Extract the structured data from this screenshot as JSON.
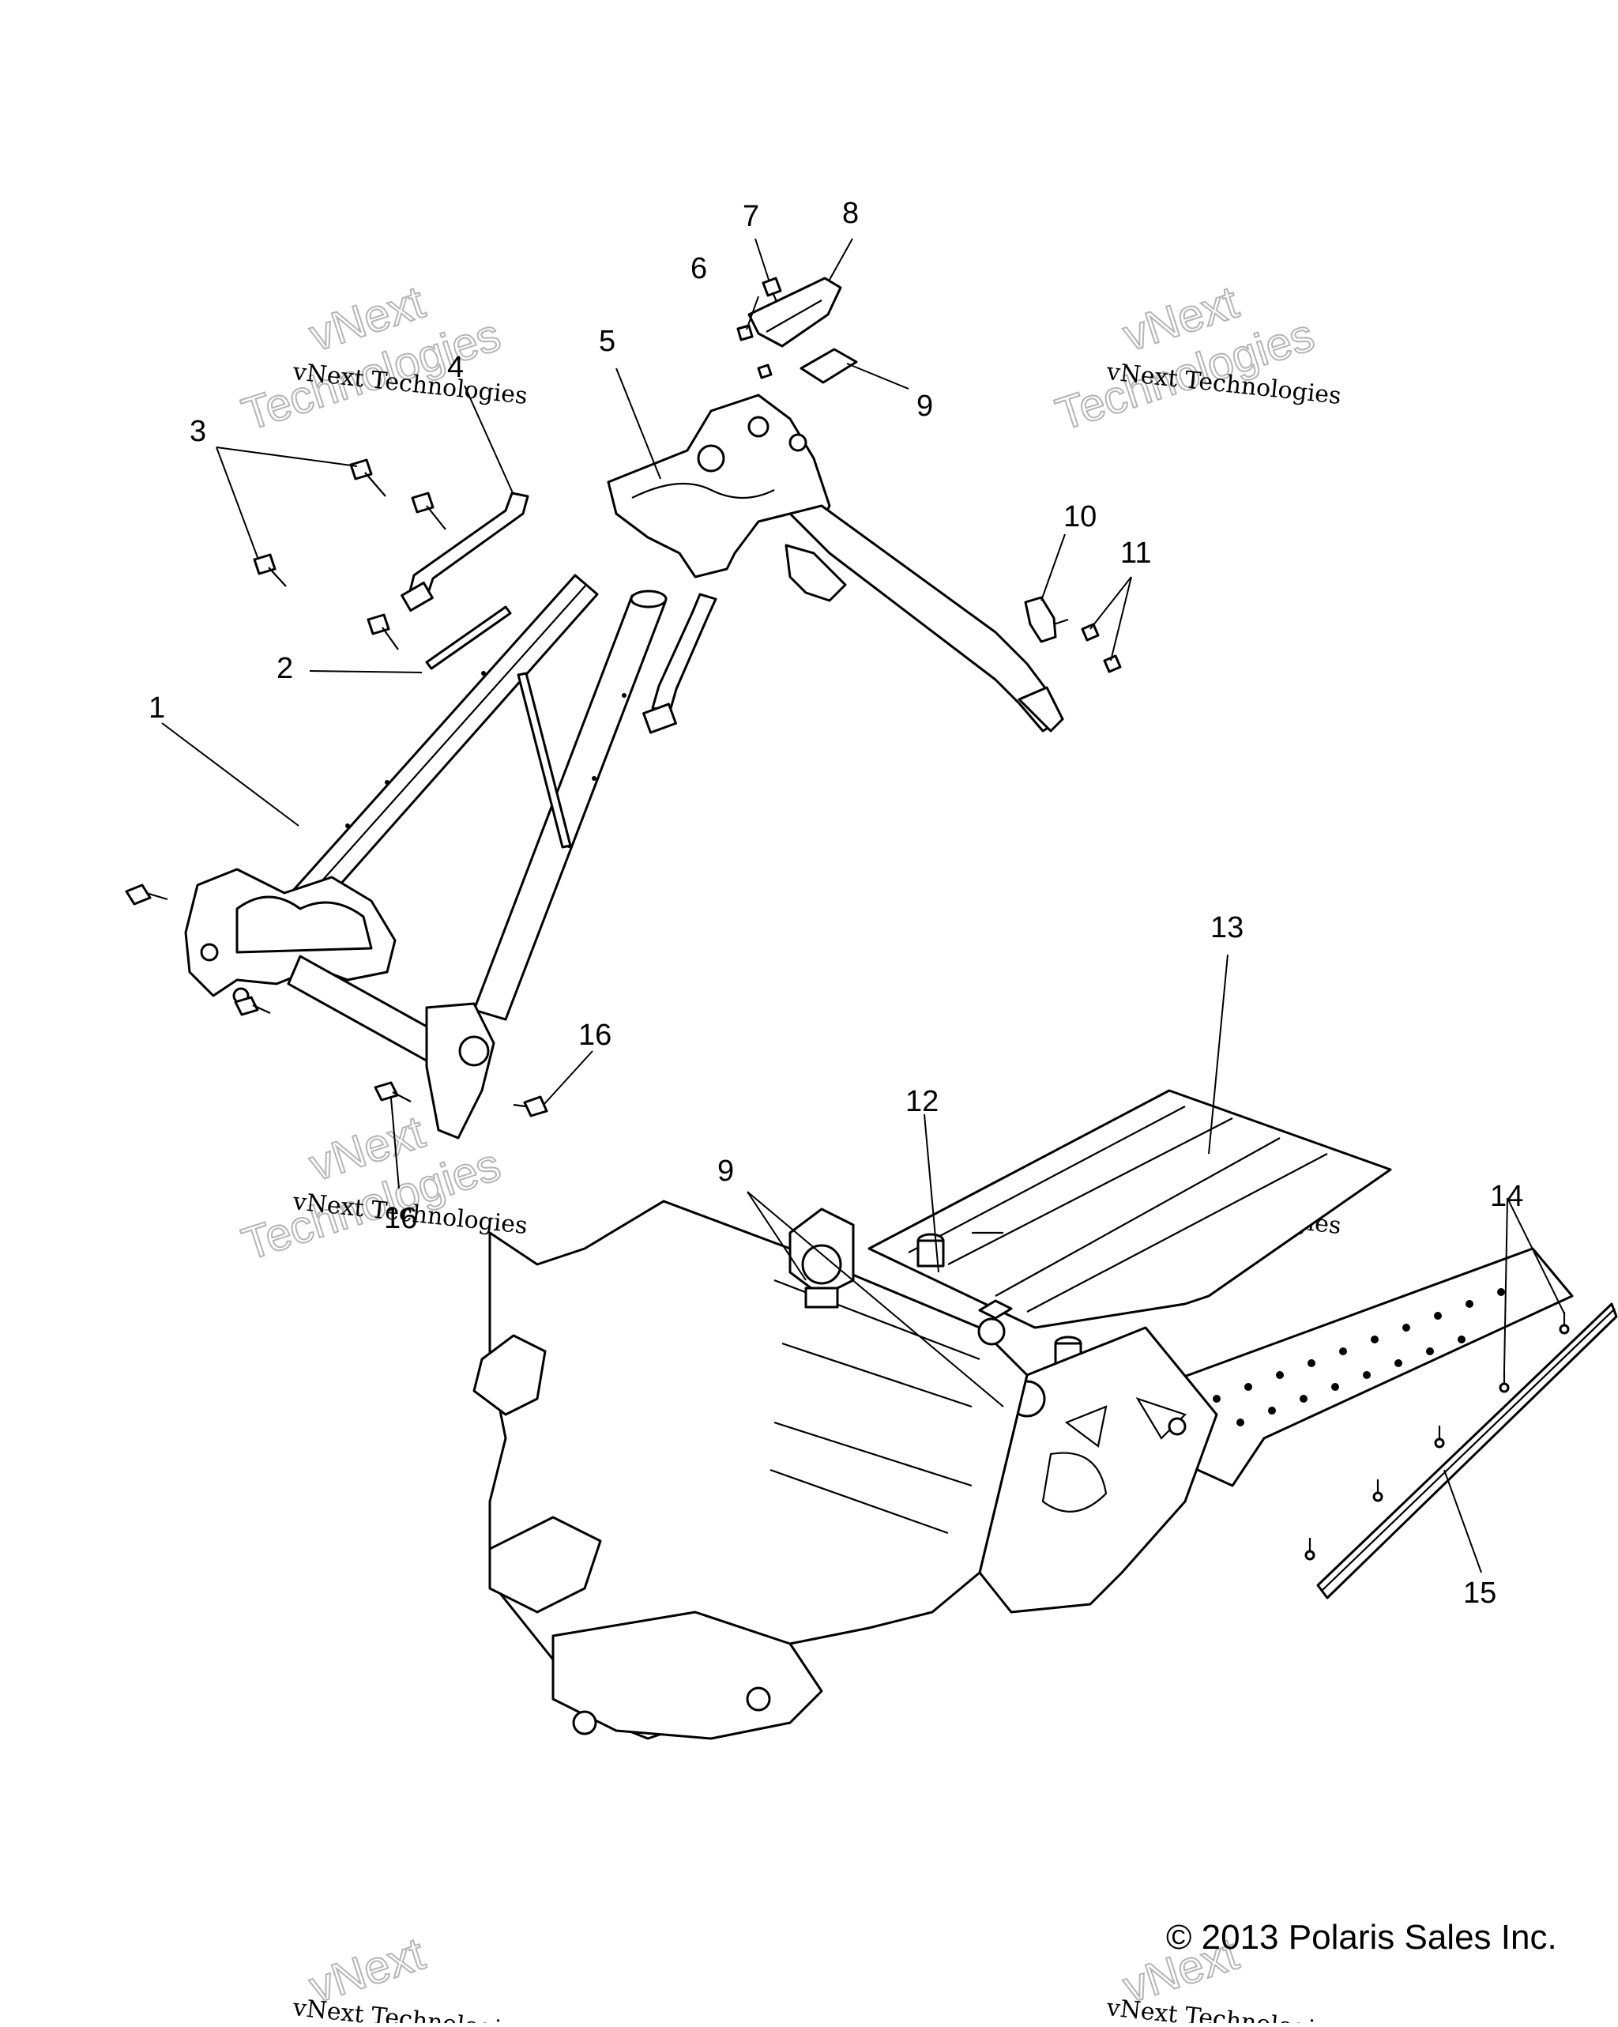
{
  "diagram": {
    "callouts": [
      {
        "id": "1",
        "label": "1"
      },
      {
        "id": "2",
        "label": "2"
      },
      {
        "id": "3",
        "label": "3"
      },
      {
        "id": "4",
        "label": "4"
      },
      {
        "id": "5",
        "label": "5"
      },
      {
        "id": "6",
        "label": "6"
      },
      {
        "id": "7",
        "label": "7"
      },
      {
        "id": "8",
        "label": "8"
      },
      {
        "id": "9a",
        "label": "9"
      },
      {
        "id": "10",
        "label": "10"
      },
      {
        "id": "11",
        "label": "11"
      },
      {
        "id": "12",
        "label": "12"
      },
      {
        "id": "13",
        "label": "13"
      },
      {
        "id": "14",
        "label": "14"
      },
      {
        "id": "15",
        "label": "15"
      },
      {
        "id": "16a",
        "label": "16"
      },
      {
        "id": "16b",
        "label": "16"
      },
      {
        "id": "9b",
        "label": "9"
      }
    ],
    "watermark": {
      "line1": "vNext Technologies",
      "large_top": "vNext",
      "large_bottom": "Technologies"
    },
    "copyright": "© 2013 Polaris Sales Inc."
  }
}
